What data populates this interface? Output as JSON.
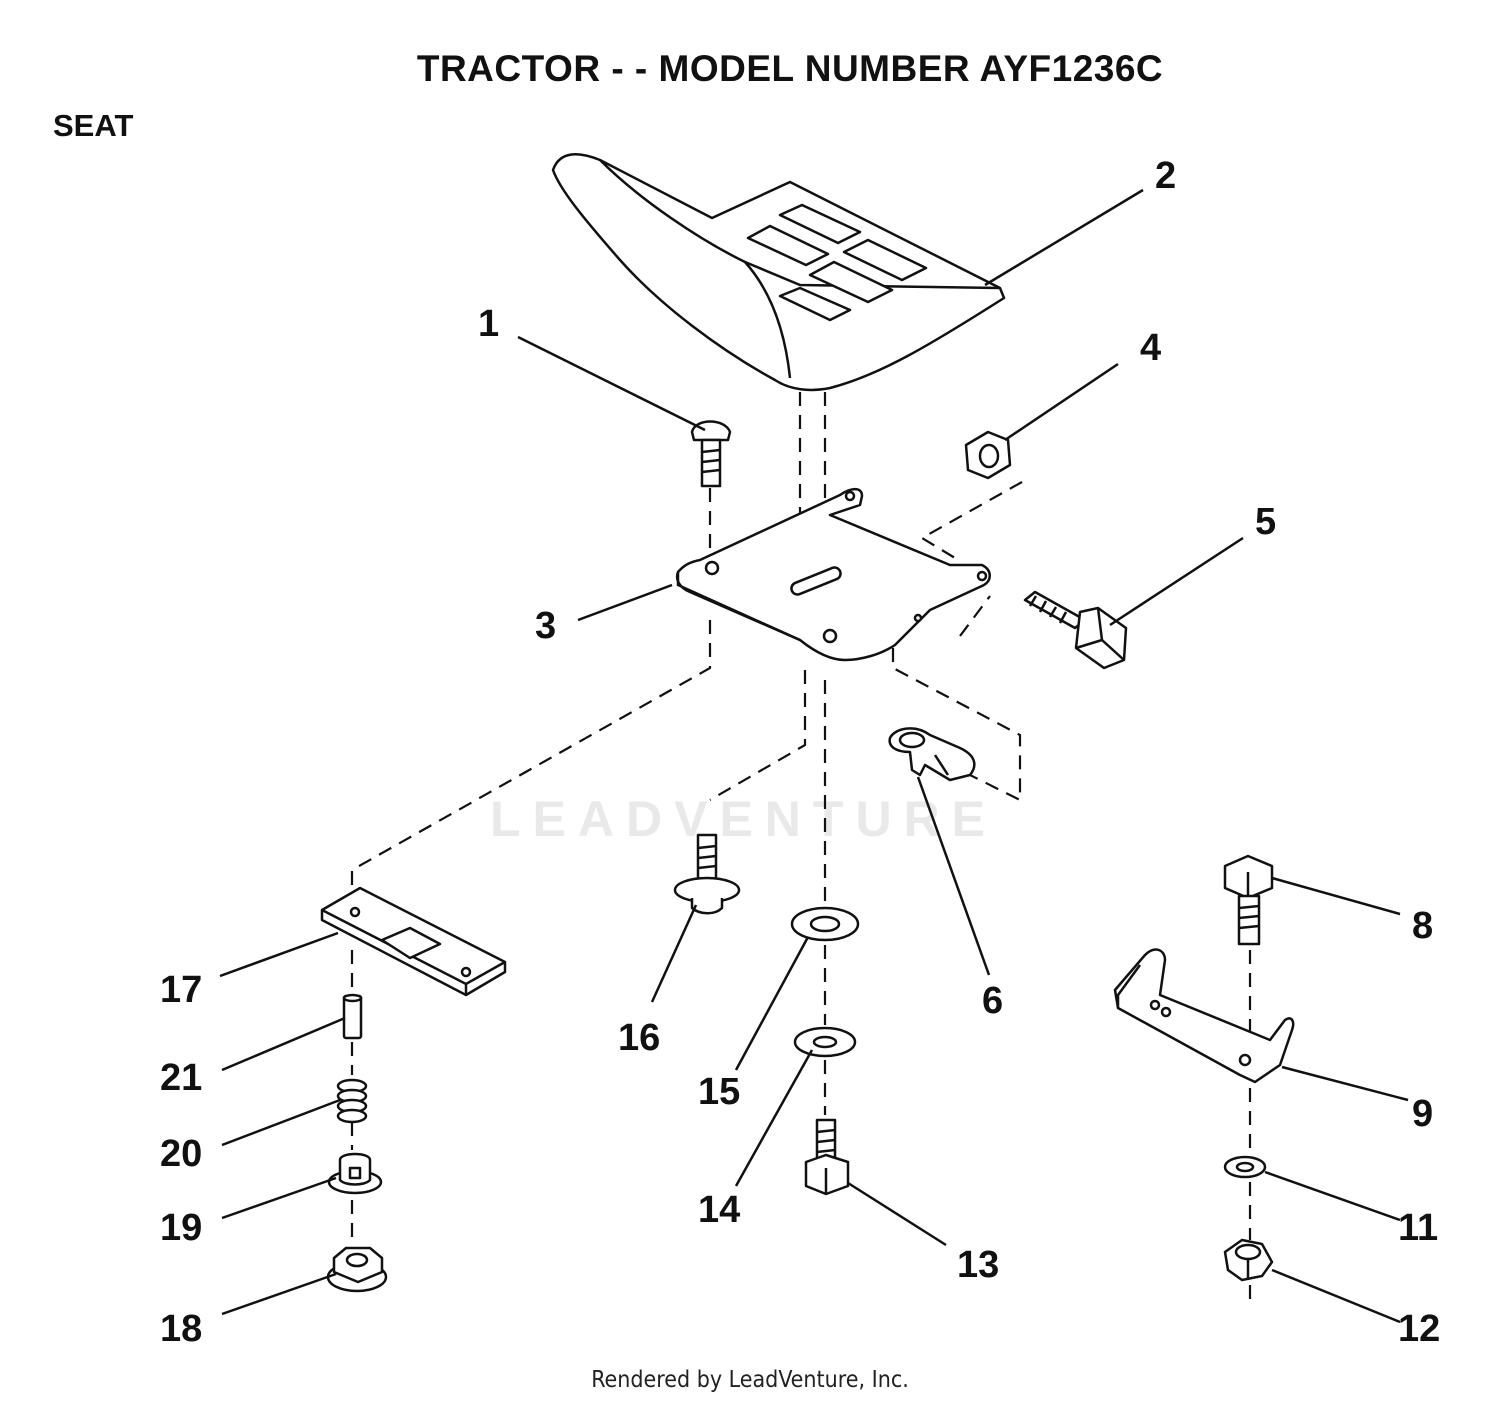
{
  "title": "TRACTOR - - MODEL NUMBER AYF1236C",
  "section": "SEAT",
  "watermark": "LEADVENTURE",
  "footer": "Rendered by LeadVenture, Inc.",
  "callouts": {
    "c1": "1",
    "c2": "2",
    "c3": "3",
    "c4": "4",
    "c5": "5",
    "c6": "6",
    "c8": "8",
    "c9": "9",
    "c11": "11",
    "c12": "12",
    "c13": "13",
    "c14": "14",
    "c15": "15",
    "c16": "16",
    "c17": "17",
    "c18": "18",
    "c19": "19",
    "c20": "20",
    "c21": "21"
  }
}
